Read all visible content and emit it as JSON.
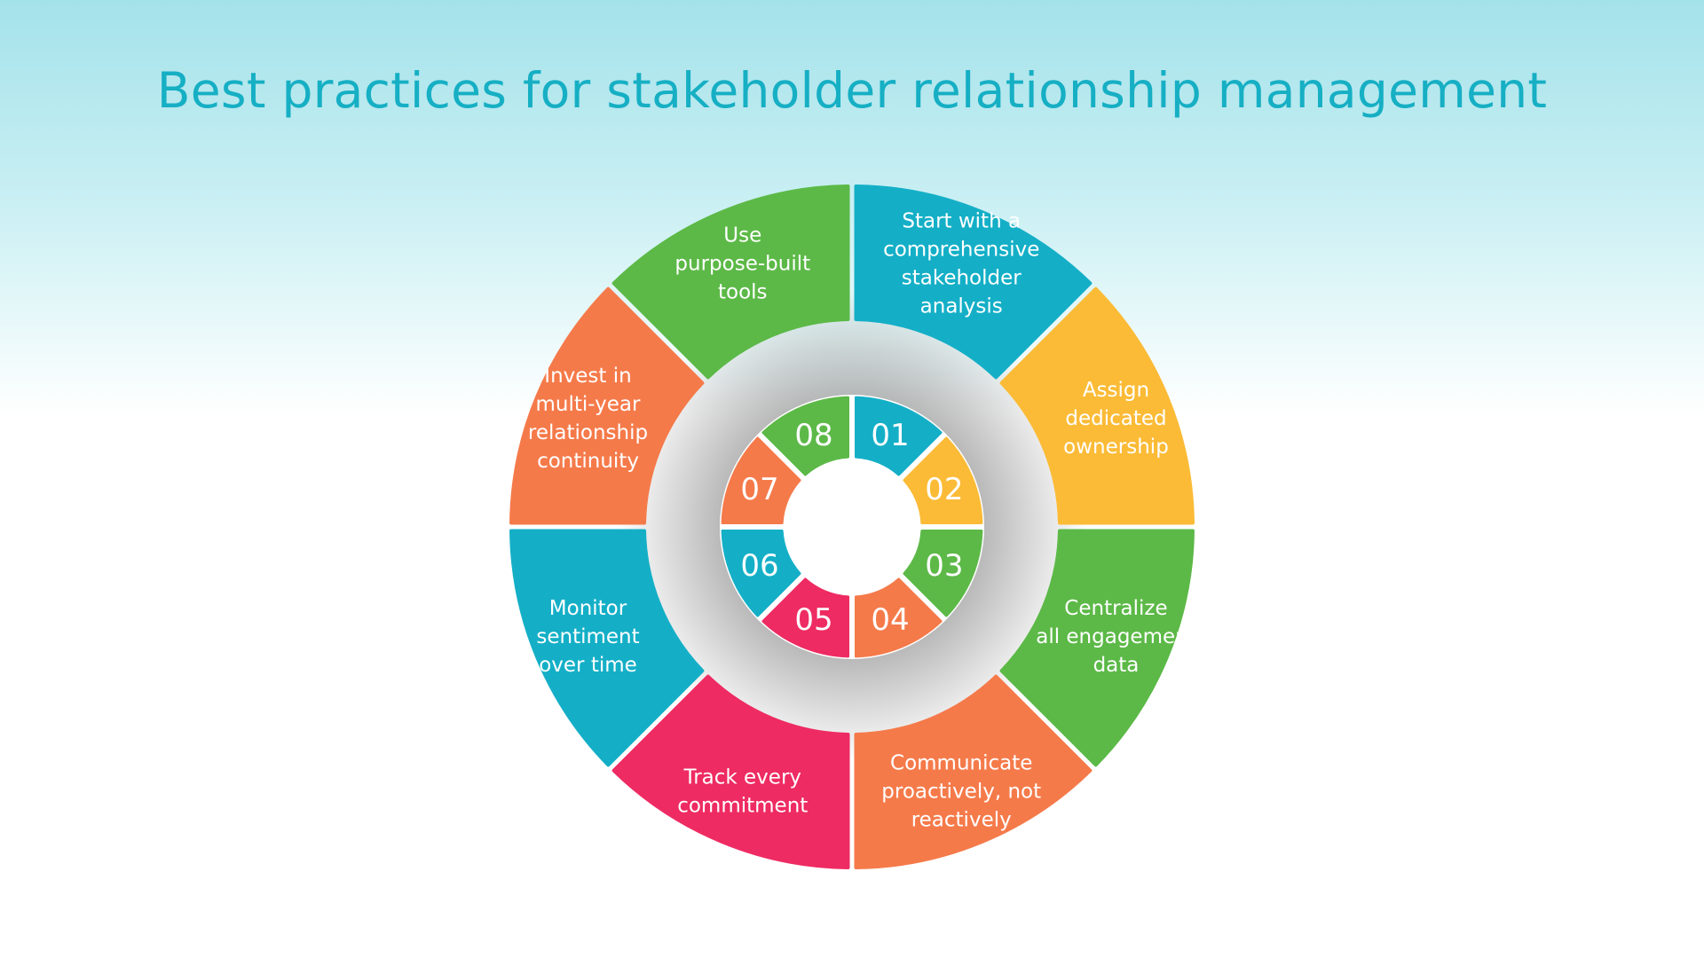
{
  "title": "Best practices for stakeholder relationship management",
  "colors": {
    "teal": "#14afc7",
    "yellow": "#fbbb36",
    "green": "#5cb947",
    "orange": "#f57a4a",
    "pink": "#ee2b62",
    "title": "#16afc4"
  },
  "segments": [
    {
      "number": "01",
      "lines": [
        "Start with a",
        "comprehensive",
        "stakeholder",
        "analysis"
      ],
      "color": "#14afc7"
    },
    {
      "number": "02",
      "lines": [
        "Assign",
        "dedicated",
        "ownership"
      ],
      "color": "#fbbb36"
    },
    {
      "number": "03",
      "lines": [
        "Centralize",
        "all engagement",
        "data"
      ],
      "color": "#5cb947"
    },
    {
      "number": "04",
      "lines": [
        "Communicate",
        "proactively, not",
        "reactively"
      ],
      "color": "#f57a4a"
    },
    {
      "number": "05",
      "lines": [
        "Track every",
        "commitment"
      ],
      "color": "#ee2b62"
    },
    {
      "number": "06",
      "lines": [
        "Monitor",
        "sentiment",
        "over time"
      ],
      "color": "#14afc7"
    },
    {
      "number": "07",
      "lines": [
        "Invest in",
        "multi-year",
        "relationship",
        "continuity"
      ],
      "color": "#f57a4a"
    },
    {
      "number": "08",
      "lines": [
        "Use",
        "purpose-built",
        "tools"
      ],
      "color": "#5cb947"
    }
  ]
}
